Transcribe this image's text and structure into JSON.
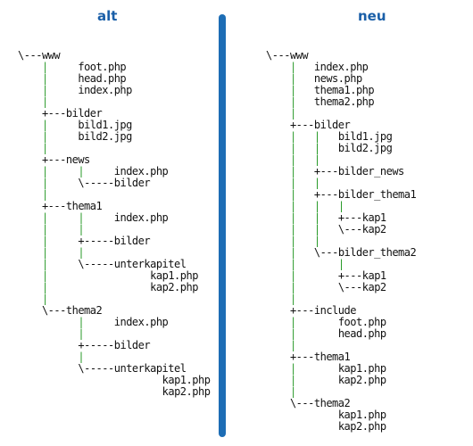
{
  "headings": {
    "old": "alt",
    "new": "neu"
  },
  "colors": {
    "heading": "#1a5fa8",
    "divider": "#1d6db5",
    "guide_bar": "#2a9a2a",
    "text": "#111111"
  },
  "trees": {
    "old": [
      [
        "\\---",
        "www"
      ],
      [
        "    |     ",
        "foot.php"
      ],
      [
        "    |     ",
        "head.php"
      ],
      [
        "    |     ",
        "index.php"
      ],
      [
        "    |",
        ""
      ],
      [
        "    +---",
        "bilder"
      ],
      [
        "    |     ",
        "bild1.jpg"
      ],
      [
        "    |     ",
        "bild2.jpg"
      ],
      [
        "    |",
        ""
      ],
      [
        "    +---",
        "news"
      ],
      [
        "    |     |     ",
        "index.php"
      ],
      [
        "    |     \\-----",
        "bilder"
      ],
      [
        "    |",
        ""
      ],
      [
        "    +---",
        "thema1"
      ],
      [
        "    |     |     ",
        "index.php"
      ],
      [
        "    |     |",
        ""
      ],
      [
        "    |     +-----",
        "bilder"
      ],
      [
        "    |     |",
        ""
      ],
      [
        "    |     \\-----",
        "unterkapitel"
      ],
      [
        "    |                 ",
        "kap1.php"
      ],
      [
        "    |                 ",
        "kap2.php"
      ],
      [
        "    |",
        ""
      ],
      [
        "    \\---",
        "thema2"
      ],
      [
        "          |     ",
        "index.php"
      ],
      [
        "          |",
        ""
      ],
      [
        "          +-----",
        "bilder"
      ],
      [
        "          |",
        ""
      ],
      [
        "          \\-----",
        "unterkapitel"
      ],
      [
        "                        ",
        "kap1.php"
      ],
      [
        "                        ",
        "kap2.php"
      ]
    ],
    "new": [
      [
        "\\---",
        "www"
      ],
      [
        "    |   ",
        "index.php"
      ],
      [
        "    |   ",
        "news.php"
      ],
      [
        "    |   ",
        "thema1.php"
      ],
      [
        "    |   ",
        "thema2.php"
      ],
      [
        "    |",
        ""
      ],
      [
        "    +---",
        "bilder"
      ],
      [
        "    |   |   ",
        "bild1.jpg"
      ],
      [
        "    |   |   ",
        "bild2.jpg"
      ],
      [
        "    |   |",
        ""
      ],
      [
        "    |   +---",
        "bilder_news"
      ],
      [
        "    |   |",
        ""
      ],
      [
        "    |   +---",
        "bilder_thema1"
      ],
      [
        "    |   |   |",
        ""
      ],
      [
        "    |   |   +---",
        "kap1"
      ],
      [
        "    |   |   \\---",
        "kap2"
      ],
      [
        "    |   |",
        ""
      ],
      [
        "    |   \\---",
        "bilder_thema2"
      ],
      [
        "    |       |",
        ""
      ],
      [
        "    |       +---",
        "kap1"
      ],
      [
        "    |       \\---",
        "kap2"
      ],
      [
        "    |",
        ""
      ],
      [
        "    +---",
        "include"
      ],
      [
        "    |       ",
        "foot.php"
      ],
      [
        "    |       ",
        "head.php"
      ],
      [
        "    |",
        ""
      ],
      [
        "    +---",
        "thema1"
      ],
      [
        "    |       ",
        "kap1.php"
      ],
      [
        "    |       ",
        "kap2.php"
      ],
      [
        "    |",
        ""
      ],
      [
        "    \\---",
        "thema2"
      ],
      [
        "            ",
        "kap1.php"
      ],
      [
        "            ",
        "kap2.php"
      ]
    ]
  }
}
